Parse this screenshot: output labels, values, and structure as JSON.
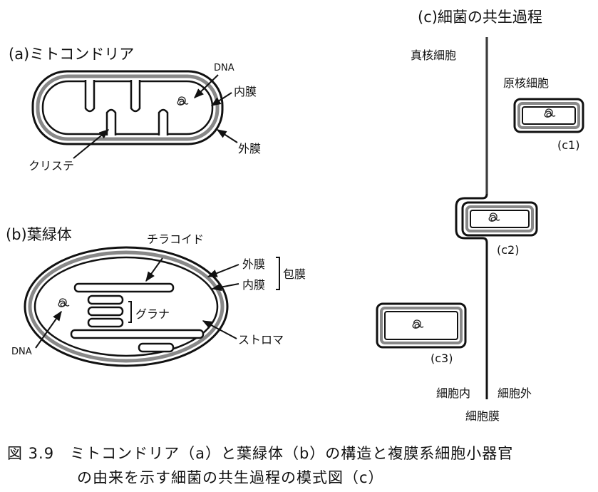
{
  "panel_a": {
    "title": "(a)ミトコンドリア",
    "dna": "DNA",
    "inner_membrane": "内膜",
    "outer_membrane": "外膜",
    "cristae": "クリステ"
  },
  "panel_b": {
    "title": "(b)葉緑体",
    "thylakoid": "チラコイド",
    "outer_membrane": "外膜",
    "inner_membrane": "内膜",
    "envelope": "包膜",
    "grana": "グラナ",
    "stroma": "ストロマ",
    "dna": "DNA"
  },
  "panel_c": {
    "title": "(c)細菌の共生過程",
    "eukaryote": "真核細胞",
    "prokaryote": "原核細胞",
    "c1": "(c1)",
    "c2": "(c2)",
    "c3": "(c3)",
    "intracellular": "細胞内",
    "extracellular": "細胞外",
    "cell_membrane": "細胞膜"
  },
  "caption": {
    "line1": "図 3.9　ミトコンドリア（a）と葉緑体（b）の構造と複膜系細胞小器官",
    "line2": "の由来を示す細菌の共生過程の模式図（c）"
  }
}
